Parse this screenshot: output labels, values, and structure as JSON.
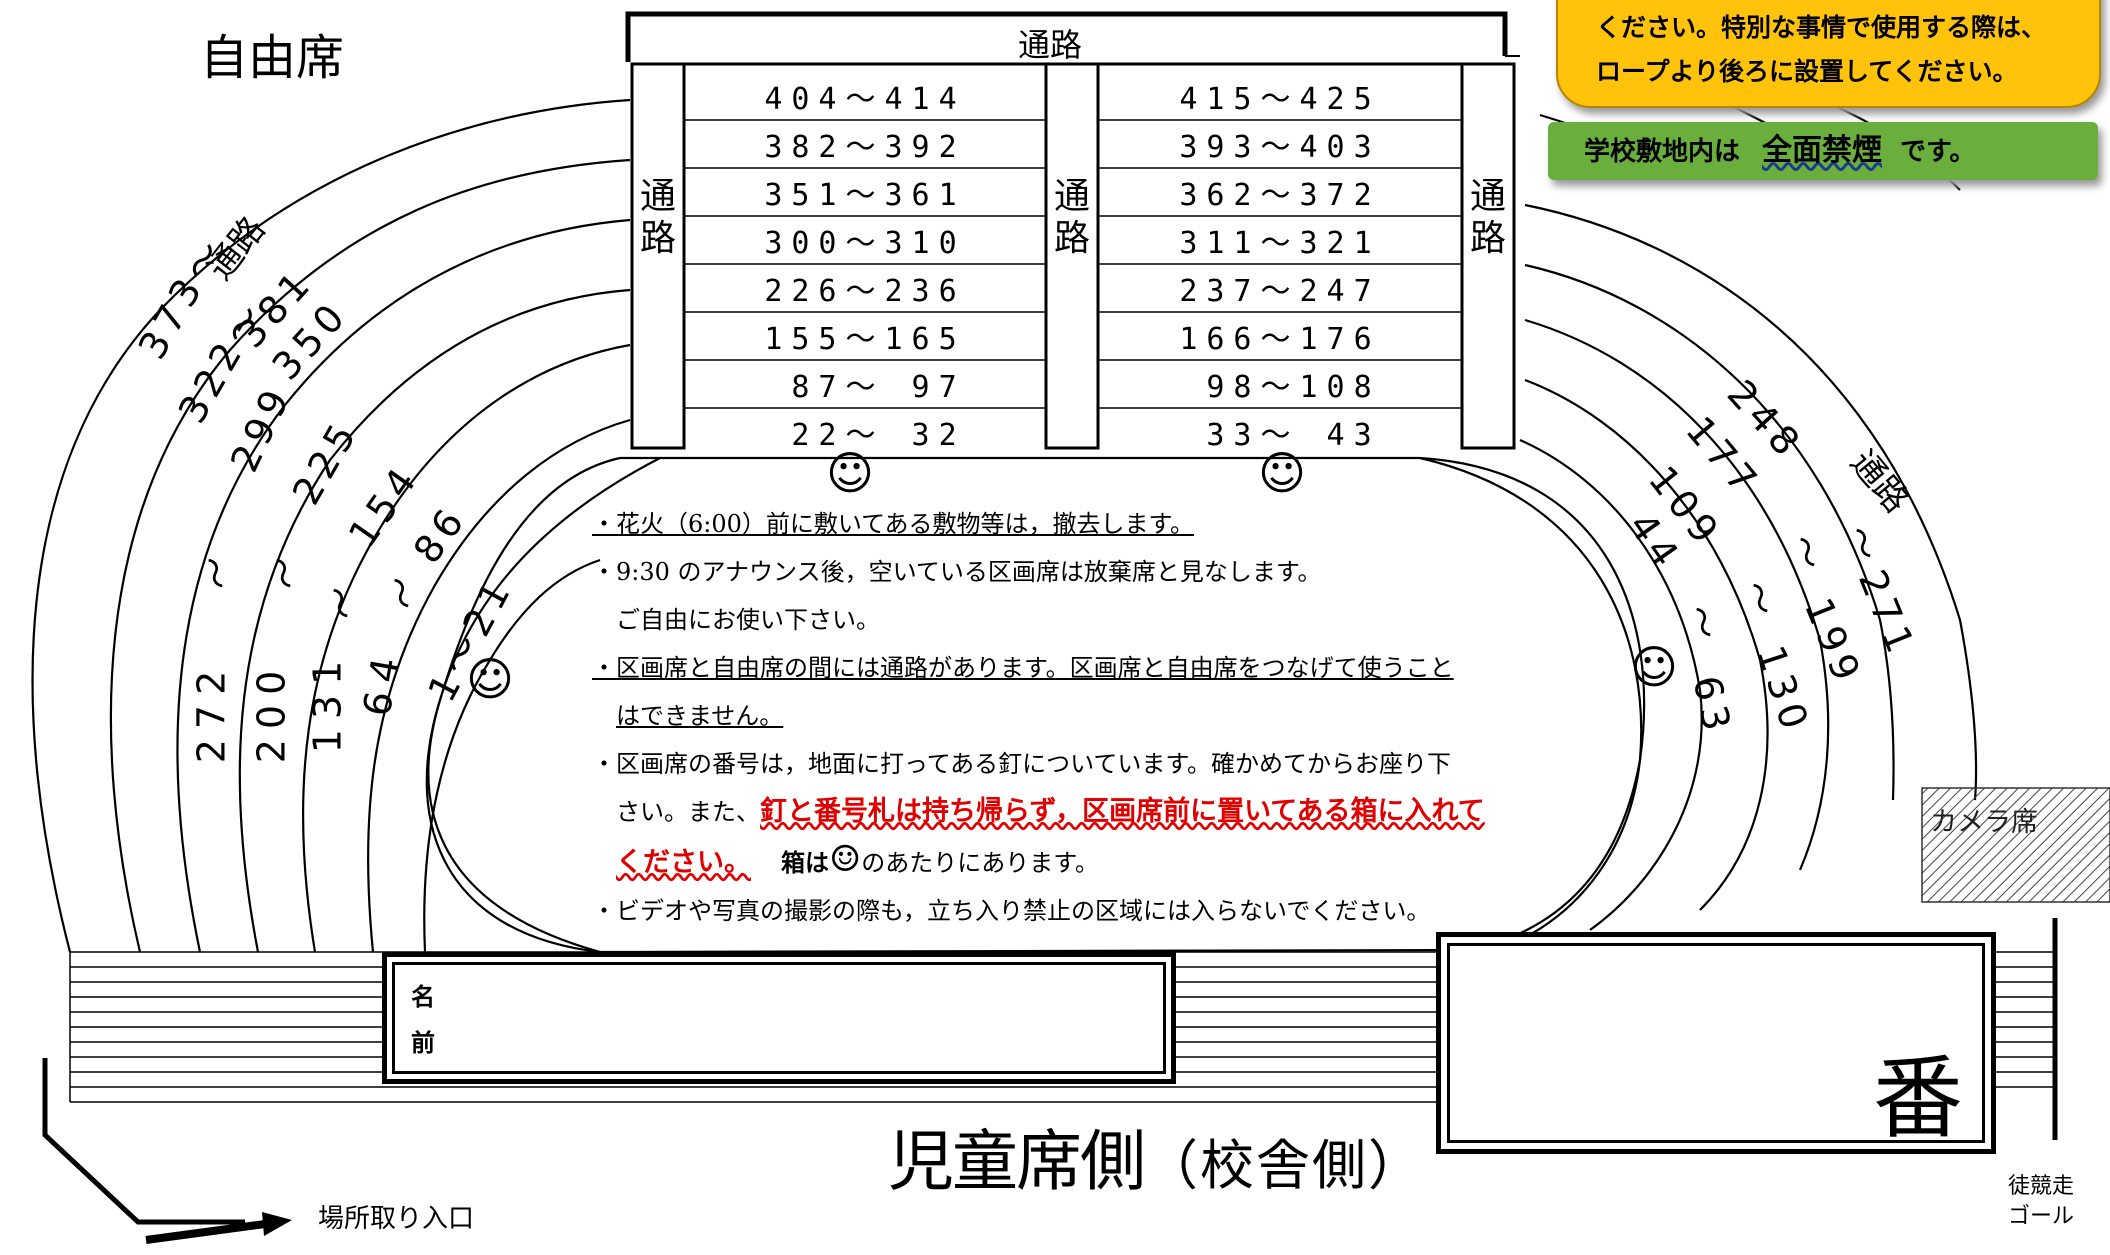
{
  "free_seat_label": "自由席",
  "notices": {
    "orange_line1": "ください。特別な事情で使用する際は、",
    "orange_line2": "ロープより後ろに設置してください。",
    "green_prefix": "学校敷地内は",
    "green_emphasis": "全面禁煙",
    "green_suffix": "です。"
  },
  "aisle_top": "通路",
  "aisle_vertical": [
    "通",
    "路"
  ],
  "aisle_left_curve": "通路",
  "aisle_right_curve": "通路",
  "center_block_left": [
    "404〜414",
    "382〜392",
    "351〜361",
    "300〜310",
    "226〜236",
    "155〜165",
    " 87〜 97",
    " 22〜 32"
  ],
  "center_block_right": [
    "415〜425",
    "393〜403",
    "362〜372",
    "311〜321",
    "237〜247",
    "166〜176",
    " 98〜108",
    " 33〜 43"
  ],
  "left_arcs": [
    {
      "start": "373〜",
      "end": "381"
    },
    {
      "start": "322〜",
      "end": "350"
    },
    {
      "start": "299",
      "end": "272"
    },
    {
      "start": "225",
      "end": "200"
    },
    {
      "start": "154",
      "end": "131"
    },
    {
      "start": "86",
      "end": "64"
    },
    {
      "start": "1〜21",
      "end": ""
    }
  ],
  "left_tilde": "〜",
  "right_arcs": [
    {
      "start": "248",
      "end": "271"
    },
    {
      "start": "177",
      "end": "199"
    },
    {
      "start": "109",
      "end": "130"
    },
    {
      "start": "44",
      "end": "63"
    }
  ],
  "right_tilde": "〜",
  "smiley": "☺",
  "notes": {
    "n1": "・花火（6:00）前に敷いてある敷物等は，撤去します。",
    "n2": "・9:30 のアナウンス後，空いている区画席は放棄席と見なします。",
    "n2b": "ご自由にお使い下さい。",
    "n3": "・区画席と自由席の間には通路があります。区画席と自由席をつなげて使うこと",
    "n3b": "はできません。",
    "n4": "・区画席の番号は，地面に打ってある釘についています。確かめてからお座り下",
    "n4b_plain": "さい。また、",
    "n4b_red": "釘と番号札は持ち帰らず，区画席前に置いてある箱に入れて",
    "n4c_red": "ください。",
    "n4c_box": "箱は",
    "n4c_tail": "のあたりにあります。",
    "n5": "・ビデオや写真の撮影の際も，立ち入り禁止の区域には入らないでください。"
  },
  "name_label_1": "名",
  "name_label_2": "前",
  "number_label": "番",
  "kids_side_main": "児童席側",
  "kids_side_sub": "（校舎側）",
  "camera_label": "カメラ席",
  "goal_label_1": "徒競走",
  "goal_label_2": "ゴール",
  "entrance_label": "場所取り入口"
}
